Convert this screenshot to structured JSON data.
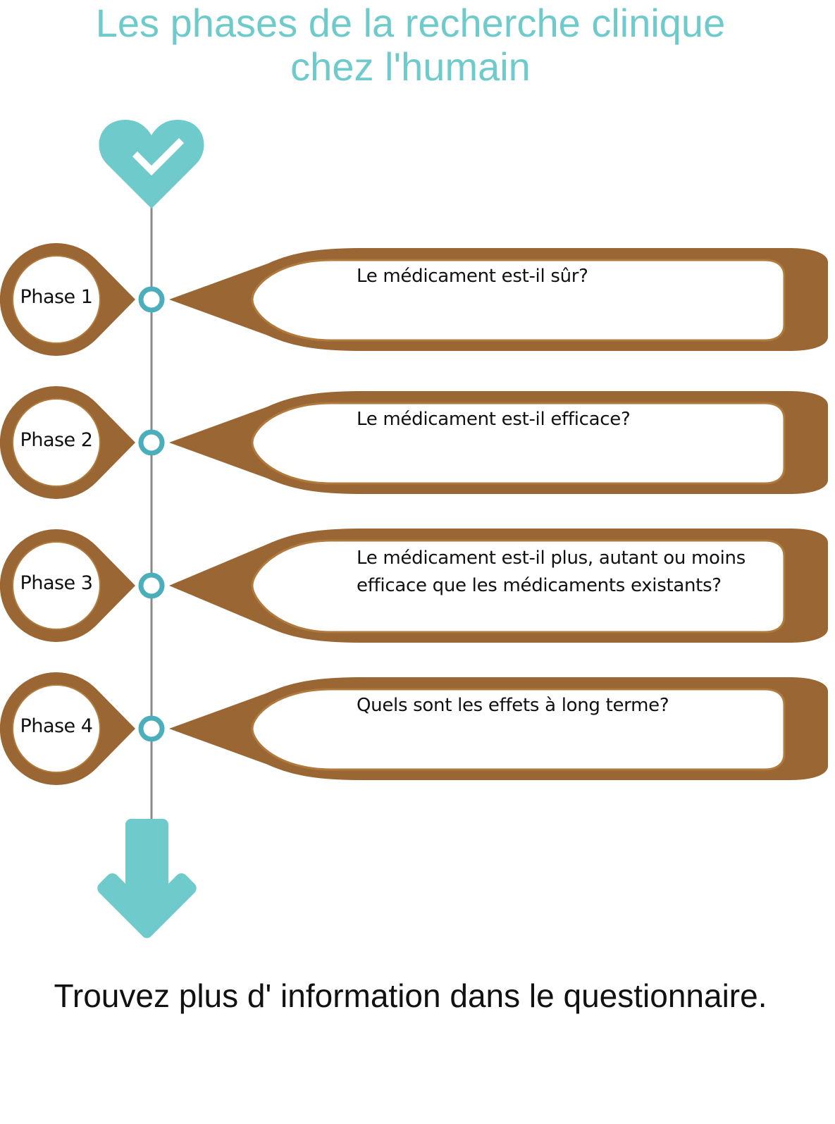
{
  "title": {
    "line1": "Les phases de la recherche clinique",
    "line2": "chez l'humain"
  },
  "top_icon": "heart-check-icon",
  "bottom_icon": "arrow-down-icon",
  "colors": {
    "accent_teal": "#6ecacb",
    "node_teal": "#4aaebb",
    "brown": "#9a6634",
    "brown_edge": "#b07a3c",
    "line_gray": "#8a8a8a"
  },
  "phases": [
    {
      "label": "Phase 1",
      "question": "Le médicament est-il sûr?"
    },
    {
      "label": "Phase 2",
      "question": "Le médicament est-il efficace?"
    },
    {
      "label": "Phase 3",
      "question": "Le médicament est-il plus, autant ou moins efficace que les médicaments existants?"
    },
    {
      "label": "Phase 4",
      "question": "Quels sont les effets à long terme?"
    }
  ],
  "footer": "Trouvez plus d' information dans le questionnaire."
}
